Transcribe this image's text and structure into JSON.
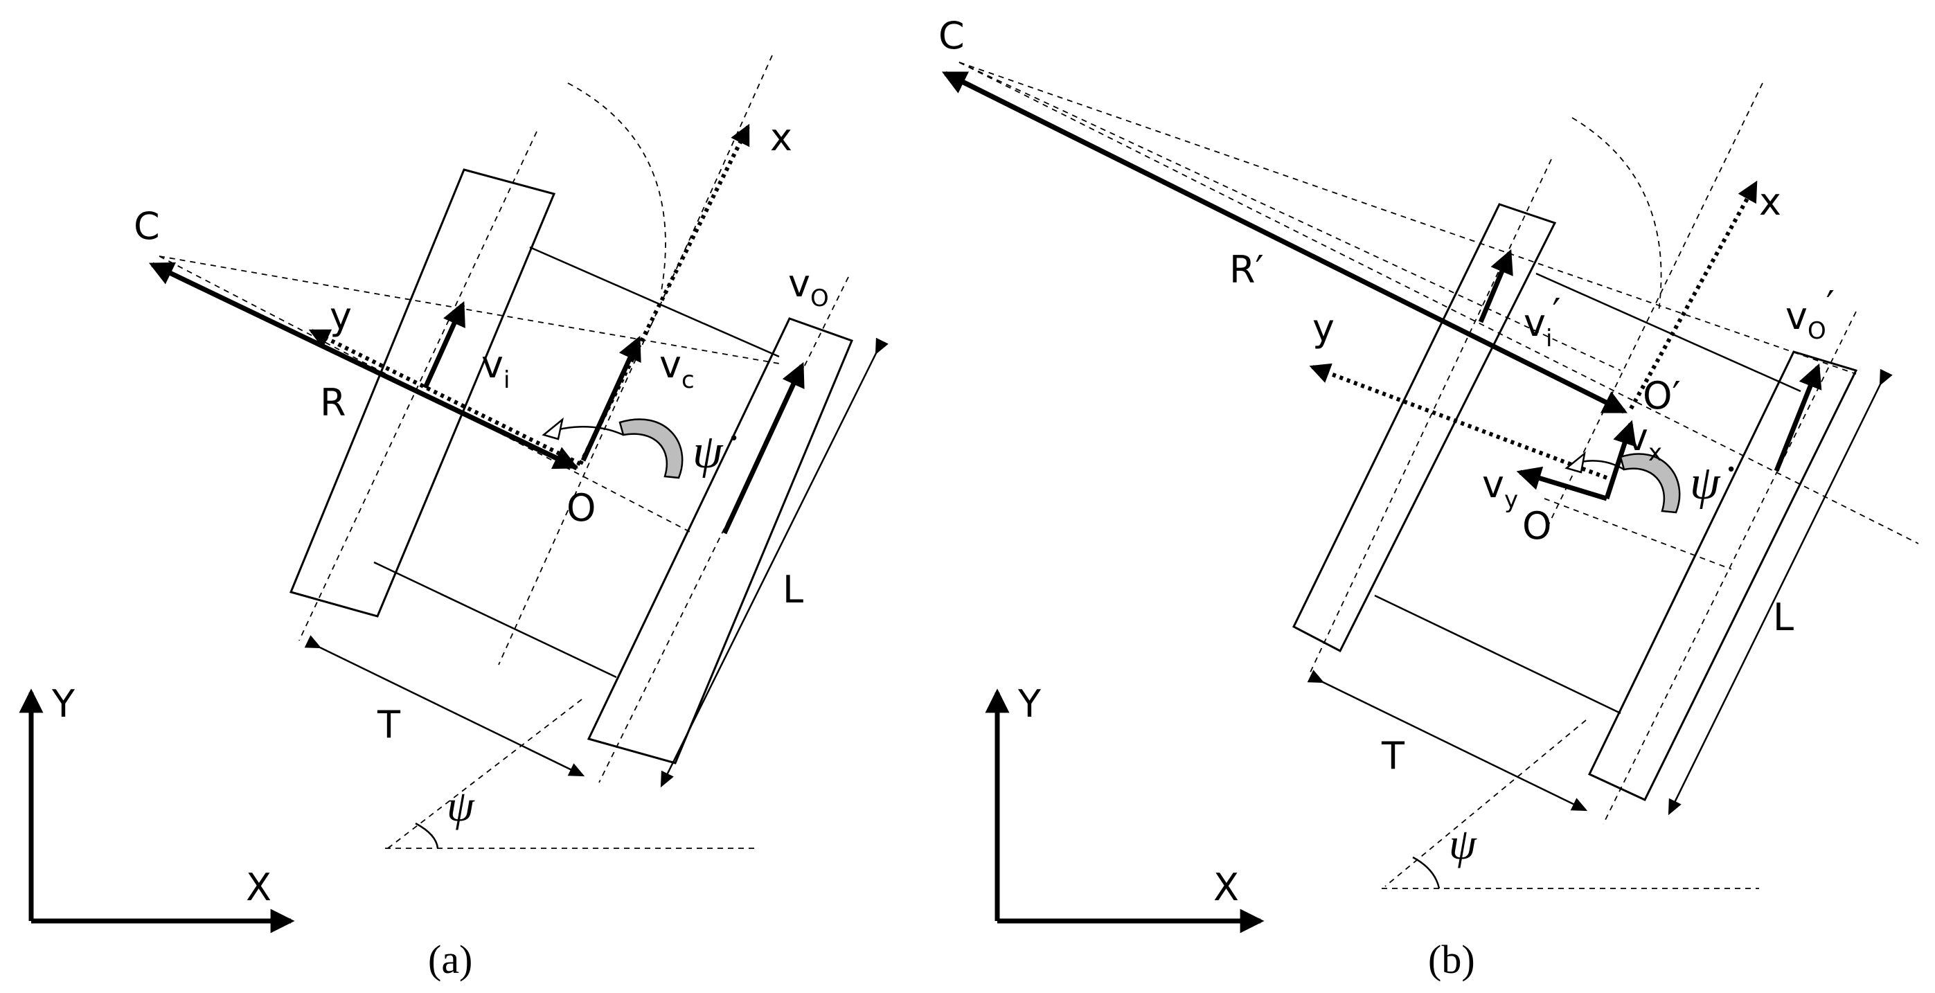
{
  "colors": {
    "ink": "#000000",
    "paper": "#ffffff",
    "yaw_arrow_fill": "#bdbdbd"
  },
  "panel_a": {
    "caption": "(a)",
    "label_C": "C",
    "label_x": "x",
    "label_y": "y",
    "label_O": "O",
    "label_R": "R",
    "label_T": "T",
    "label_L": "L",
    "label_psi": "ψ",
    "label_psi_dot": "ψ̇",
    "label_v_i": "v",
    "sub_v_i": "i",
    "label_v_c": "v",
    "sub_v_c": "c",
    "label_v_o": "v",
    "sub_v_o": "O",
    "label_X": "X",
    "label_Y": "Y"
  },
  "panel_b": {
    "caption": "(b)",
    "label_C": "C",
    "label_x": "x",
    "label_y": "y",
    "label_O": "O",
    "label_O_prime": "O′",
    "label_R_prime": "R′",
    "label_T": "T",
    "label_L": "L",
    "label_psi": "ψ",
    "label_psi_dot": "ψ̇",
    "label_v_i": "v",
    "sub_v_i": "i",
    "prime_v_i": "′",
    "label_v_o": "v",
    "sub_v_o": "O",
    "prime_v_o": "′",
    "label_v_x": "v",
    "sub_v_x": "x",
    "label_v_y": "v",
    "sub_v_y": "y",
    "label_X": "X",
    "label_Y": "Y"
  }
}
